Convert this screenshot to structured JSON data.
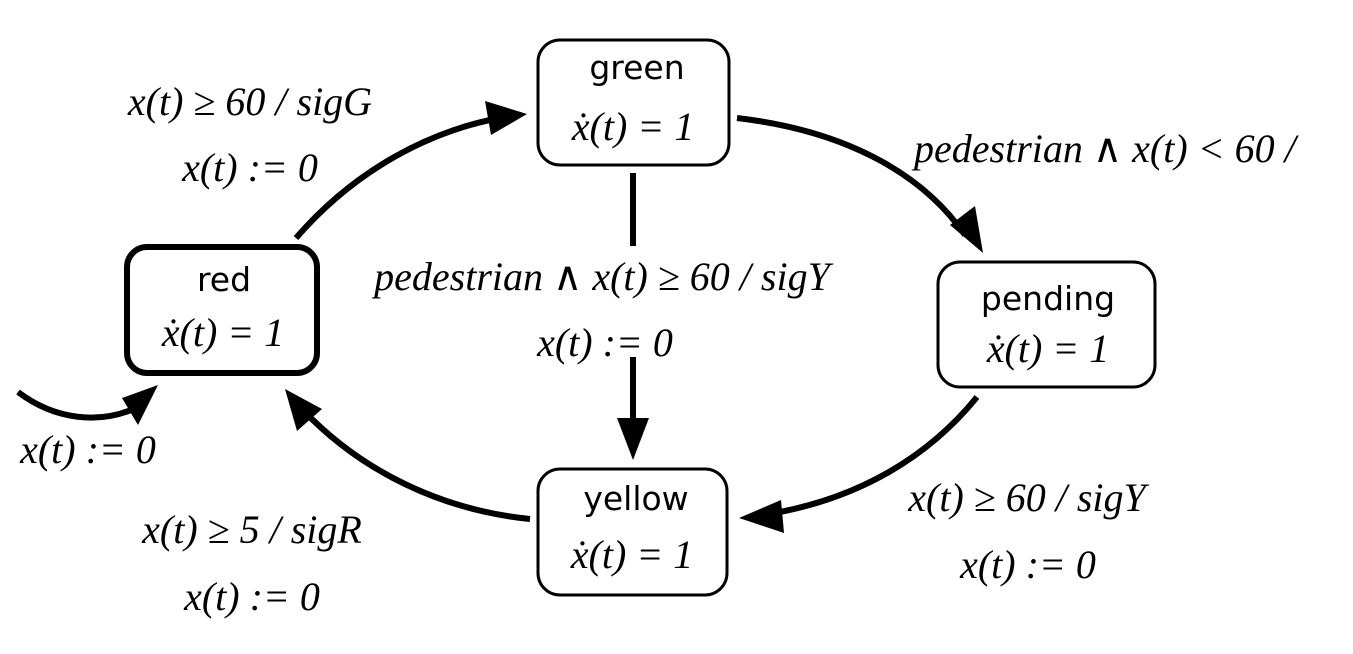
{
  "states": {
    "green": {
      "name": "green",
      "dynamics": "ẋ(t) = 1"
    },
    "red": {
      "name": "red",
      "dynamics": "ẋ(t) = 1"
    },
    "pending": {
      "name": "pending",
      "dynamics": "ẋ(t) = 1"
    },
    "yellow": {
      "name": "yellow",
      "dynamics": "ẋ(t) = 1"
    }
  },
  "transitions": {
    "red_to_green": {
      "guard": "x(t) ≥ 60 / sigG",
      "update": "x(t) := 0"
    },
    "green_to_pending": {
      "guard": "pedestrian ∧ x(t) < 60 /"
    },
    "green_to_yellow": {
      "guard": "pedestrian ∧ x(t) ≥ 60 / sigY",
      "update": "x(t) := 0"
    },
    "pending_to_yellow": {
      "guard": "x(t) ≥ 60 / sigY",
      "update": "x(t) := 0"
    },
    "yellow_to_red": {
      "guard": "x(t) ≥ 5 / sigR",
      "update": "x(t) := 0"
    },
    "initial": {
      "update": "x(t) := 0"
    }
  }
}
